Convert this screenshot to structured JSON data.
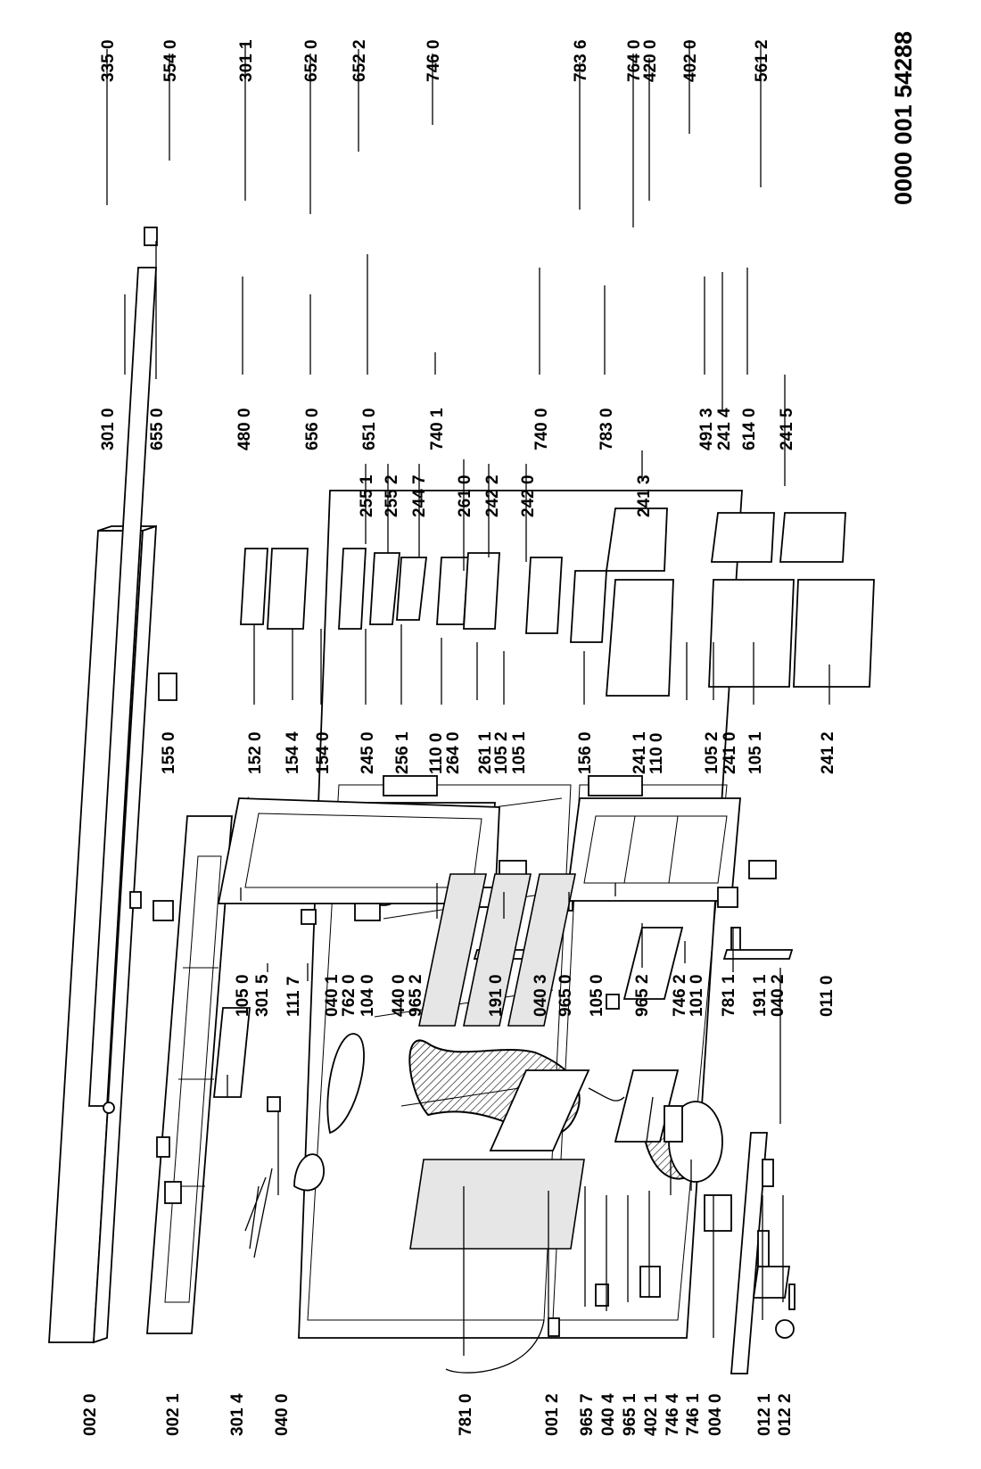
{
  "document_number": "0000 001 54288",
  "part_labels": {
    "c1": [
      "301 0",
      "655 0",
      "480 0",
      "656 0",
      "651 0",
      "740 1",
      "740 0",
      "783 0",
      "491 3",
      "241 4",
      "614 0",
      "241 5"
    ],
    "c2": [
      "335 0",
      "554 0",
      "301 1",
      "652 0",
      "652 2",
      "746 0",
      "783 6",
      "764 0",
      "420 0",
      "402 0",
      "561 2"
    ],
    "c3": [
      "155 0",
      "152 0",
      "154 4",
      "154 0",
      "245 0",
      "256 1",
      "110 0",
      "264 0",
      "261 1",
      "105 2",
      "105 1",
      "156 0",
      "241 1",
      "110 0",
      "105 2",
      "241 0",
      "105 1",
      "241 2"
    ],
    "c4": [
      "255 1",
      "255 2",
      "244 7",
      "261 0",
      "242 2",
      "242 0",
      "241 3"
    ],
    "c5": [
      "105 0",
      "301 5",
      "111 7",
      "040 1",
      "762 0",
      "104 0",
      "440 0",
      "965 2",
      "191 0",
      "040 3",
      "965 0",
      "105 0",
      "965 2",
      "746 2",
      "101 0",
      "781 1",
      "191 1",
      "040 2",
      "011 0"
    ],
    "c6": [
      "002 0",
      "002 1",
      "301 4",
      "040 0",
      "781 0",
      "001 2",
      "965 7",
      "040 4",
      "965 1",
      "402 1",
      "746 4",
      "746 1",
      "004 0",
      "012 1",
      "012 2"
    ]
  }
}
